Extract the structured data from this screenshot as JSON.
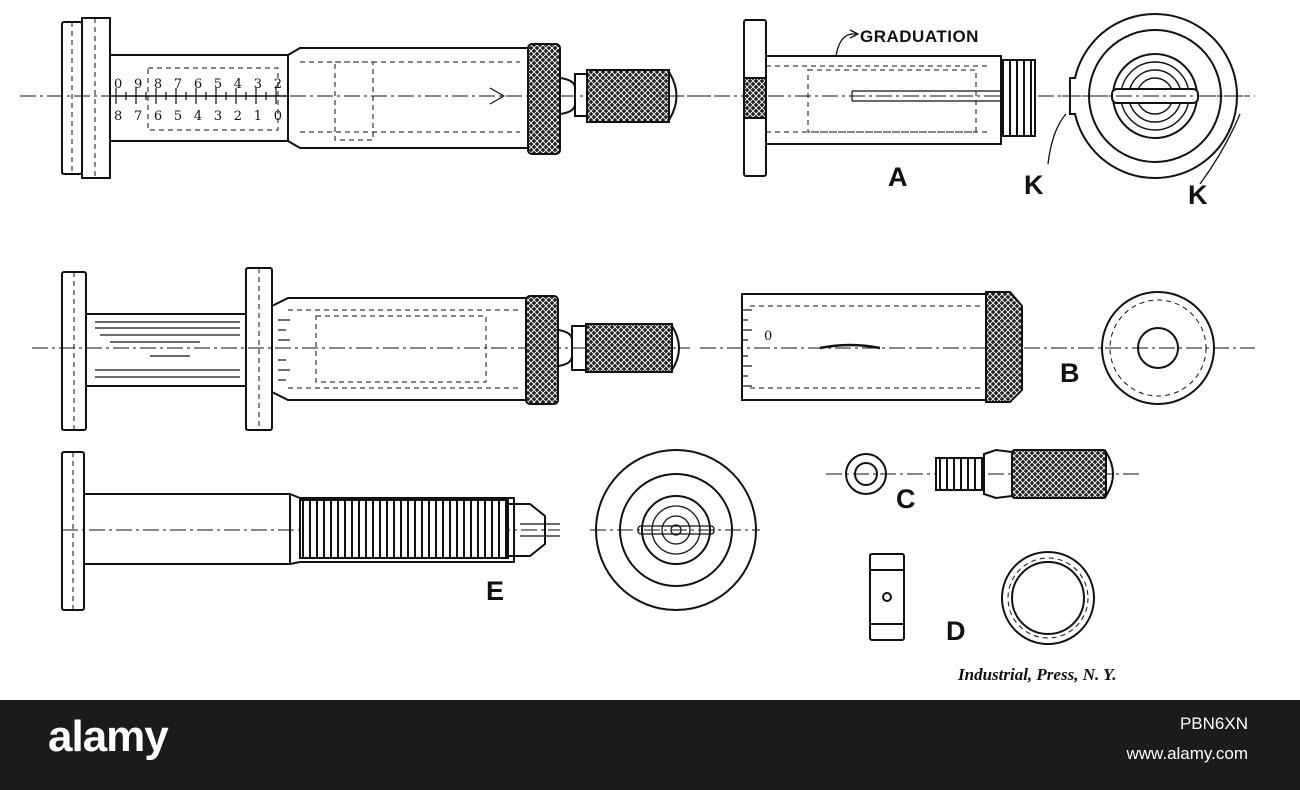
{
  "labels": {
    "graduation": "GRADUATION",
    "a": "A",
    "k": "K",
    "b": "B",
    "c": "C",
    "d": "D",
    "e": "E",
    "scale_top": "0 9 8 7 6 5 4 3 2",
    "scale_bottom": "8 7 6 5 4 3 2 1 0",
    "small_zero": "0"
  },
  "credit": "Industrial, Press, N. Y.",
  "footer": {
    "brand": "alamy",
    "image_id": "PBN6XN",
    "site": "www.alamy.com"
  }
}
